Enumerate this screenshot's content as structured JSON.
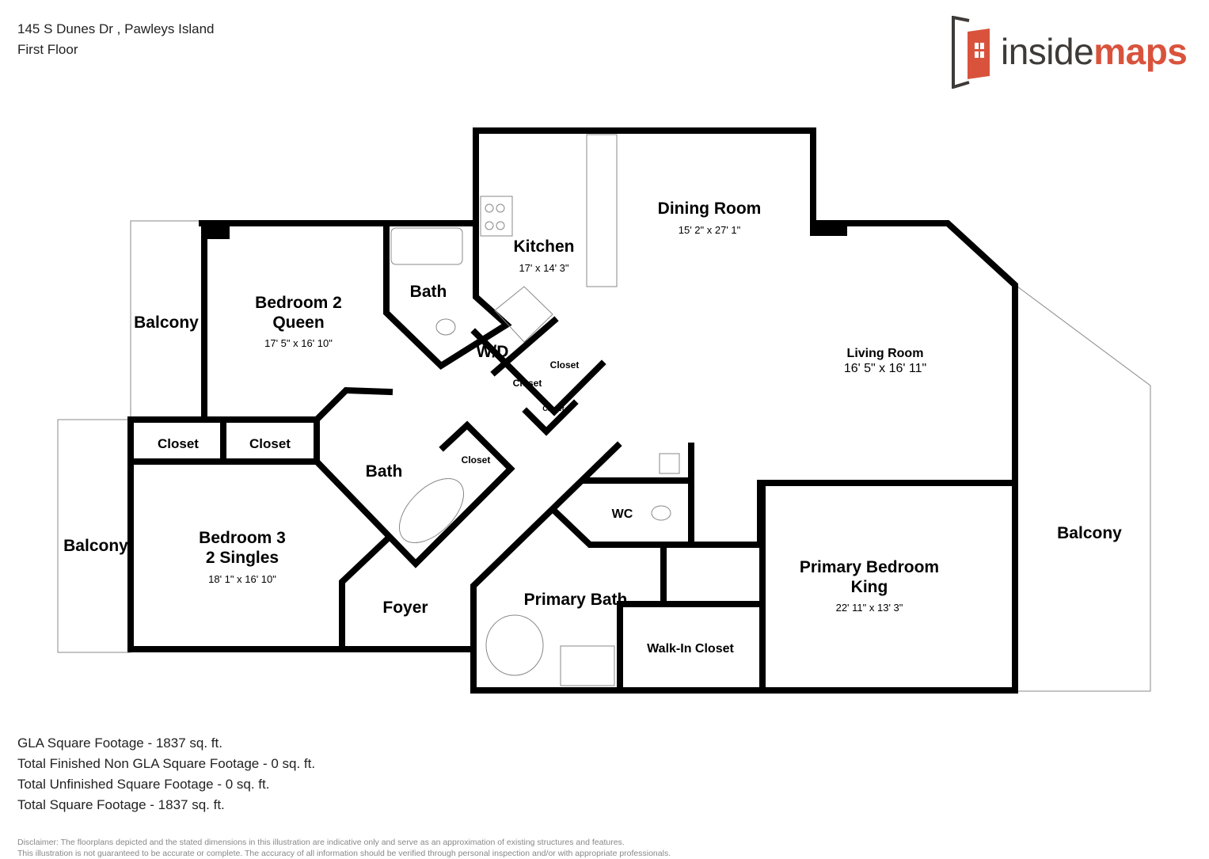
{
  "header": {
    "address": "145 S Dunes Dr , Pawleys Island",
    "floor": "First Floor"
  },
  "logo": {
    "text_a": "inside",
    "text_b": "maps",
    "color_dark": "#3d3a38",
    "color_accent": "#d9533c"
  },
  "rooms": {
    "dining": {
      "name": "Dining Room",
      "dim": "15' 2\" x 27' 1\""
    },
    "kitchen": {
      "name": "Kitchen",
      "dim": "17' x 14' 3\""
    },
    "bedroom2": {
      "name1": "Bedroom 2",
      "name2": "Queen",
      "dim": "17' 5\" x 16' 10\""
    },
    "bath1": {
      "name": "Bath"
    },
    "balcony1": {
      "name": "Balcony"
    },
    "wd": {
      "name": "W/D"
    },
    "closet_a": {
      "name": "Closet"
    },
    "closet_b": {
      "name": "Closet"
    },
    "closet_c": {
      "name": "Closet"
    },
    "living": {
      "name": "Living Room",
      "dim": "16' 5\" x 16' 11\""
    },
    "closet_d": {
      "name": "Closet"
    },
    "closet_e": {
      "name": "Closet"
    },
    "closet_f": {
      "name": "Closet"
    },
    "bath2": {
      "name": "Bath"
    },
    "balcony2": {
      "name": "Balcony"
    },
    "bedroom3": {
      "name1": "Bedroom 3",
      "name2": "2 Singles",
      "dim": "18' 1\" x 16' 10\""
    },
    "foyer": {
      "name": "Foyer"
    },
    "wc": {
      "name": "WC"
    },
    "primary_bath": {
      "name": "Primary Bath"
    },
    "walkin": {
      "name": "Walk-In Closet"
    },
    "primary_bed": {
      "name1": "Primary Bedroom",
      "name2": "King",
      "dim": "22' 11\" x 13' 3\""
    },
    "balcony3": {
      "name": "Balcony"
    }
  },
  "stats": [
    "GLA Square Footage - 1837 sq. ft.",
    "Total Finished Non GLA Square Footage - 0 sq. ft.",
    "Total Unfinished Square Footage - 0 sq. ft.",
    "Total Square Footage - 1837 sq. ft."
  ],
  "disclaimer": [
    "Disclaimer: The floorplans depicted and the stated dimensions in this illustration are indicative only and serve as an approximation of existing structures and features.",
    "This illustration is not guaranteed to be accurate or complete. The accuracy of all information should be verified through personal inspection and/or with appropriate professionals."
  ]
}
